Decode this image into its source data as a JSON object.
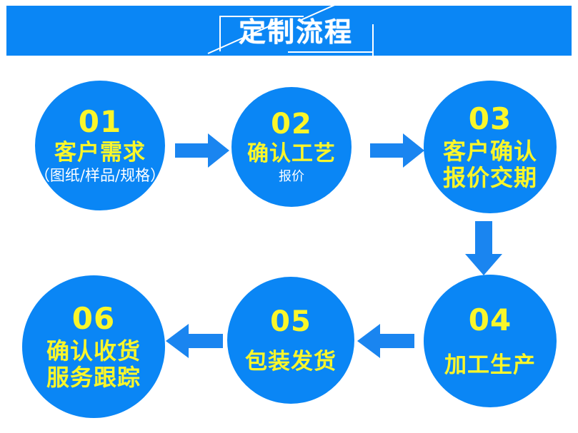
{
  "header": {
    "title": "定制流程",
    "band_color": "#0a86f5",
    "title_color": "#ffffff"
  },
  "palette": {
    "circle_blue": "#0a86f5",
    "accent_yellow": "#faf62a",
    "white": "#ffffff",
    "arrow_blue": "#1a85f0"
  },
  "flow": {
    "nodes": [
      {
        "id": "01",
        "number": "01",
        "line1": "客户需求",
        "line2": "",
        "sub": "（图纸/样品/规格）"
      },
      {
        "id": "02",
        "number": "02",
        "line1": "确认工艺",
        "line2": "",
        "sub": "报价"
      },
      {
        "id": "03",
        "number": "03",
        "line1": "客户确认",
        "line2": "报价交期",
        "sub": ""
      },
      {
        "id": "04",
        "number": "04",
        "line1": "加工生产",
        "line2": "",
        "sub": ""
      },
      {
        "id": "05",
        "number": "05",
        "line1": "包装发货",
        "line2": "",
        "sub": ""
      },
      {
        "id": "06",
        "number": "06",
        "line1": "确认收货",
        "line2": "服务跟踪",
        "sub": ""
      }
    ],
    "arrows": [
      {
        "id": "1-2",
        "direction": "right"
      },
      {
        "id": "2-3",
        "direction": "right"
      },
      {
        "id": "3-4",
        "direction": "down"
      },
      {
        "id": "4-5",
        "direction": "left"
      },
      {
        "id": "5-6",
        "direction": "left"
      }
    ]
  }
}
